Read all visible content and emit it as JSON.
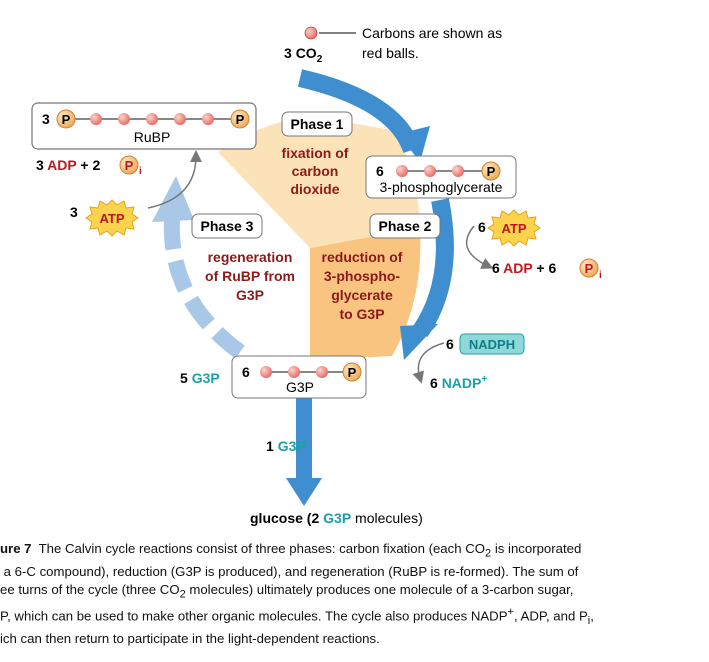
{
  "legend": {
    "text_line1": "Carbons are shown as",
    "text_line2": "red balls."
  },
  "co2_label": {
    "count": "3",
    "formula": "CO",
    "subscript": "2"
  },
  "rubp": {
    "count": "3",
    "name": "RuBP"
  },
  "pga": {
    "count": "6",
    "name": "3-phosphoglycerate"
  },
  "g3p_box": {
    "count": "6",
    "name": "G3P"
  },
  "phosphate_symbol": "P",
  "phase1": {
    "title": "Phase 1",
    "line1": "fixation of",
    "line2": "carbon",
    "line3": "dioxide"
  },
  "phase2": {
    "title": "Phase 2",
    "line1": "reduction of",
    "line2": "3-phospho-",
    "line3": "glycerate",
    "line4": "to G3P"
  },
  "phase3": {
    "title": "Phase 3",
    "line1": "regeneration",
    "line2": "of RuBP from",
    "line3": "G3P"
  },
  "left_adp": {
    "prefix": "3",
    "adp": "ADP",
    "plus": "+ 2",
    "pi_sub": "i"
  },
  "left_atp": {
    "count": "3",
    "label": "ATP"
  },
  "right_atp": {
    "count": "6",
    "label": "ATP"
  },
  "right_adp": {
    "prefix": "6",
    "adp": "ADP",
    "plus": "+ 6",
    "pi_sub": "i"
  },
  "nadph": {
    "count": "6",
    "label": "NADPH"
  },
  "nadp": {
    "count": "6",
    "label": "NADP",
    "sup": "+"
  },
  "five_g3p": {
    "count": "5",
    "label": "G3P"
  },
  "one_g3p": {
    "count": "1",
    "label": "G3P"
  },
  "glucose": {
    "word": "glucose",
    "open": "(2",
    "g3p": "G3P",
    "rest": "molecules)"
  },
  "caption": {
    "label": "ure 7",
    "l1a": "The Calvin cycle reactions consist of three phases: carbon fixation (each CO",
    "l1sub": "2",
    "l1b": " is incorporated",
    "l2": " a 6-C compound), reduction (G3P is produced), and regeneration (RuBP is re-formed). The sum of",
    "l3a": "ee turns of the cycle (three CO",
    "l3sub": "2",
    "l3b": " molecules) ultimately produces one molecule of a 3-carbon sugar,",
    "l4a": "P, which can be used to make other organic molecules. The cycle also produces NADP",
    "l4sup": "+",
    "l4b": ", ADP, and P",
    "l4sub": "i",
    "l4c": ",",
    "l5": "ich can then return to participate in the light-dependent reactions."
  },
  "colors": {
    "carbon": "#f08c83",
    "phosphate": "#f5c78a",
    "phase1_fill": "#fbe0b5",
    "phase2_fill": "#f9c98a",
    "arrow_dark": "#3f8fd0",
    "arrow_light": "#a9c8e8",
    "teal": "#1aa1a8",
    "red": "#c0161c"
  }
}
